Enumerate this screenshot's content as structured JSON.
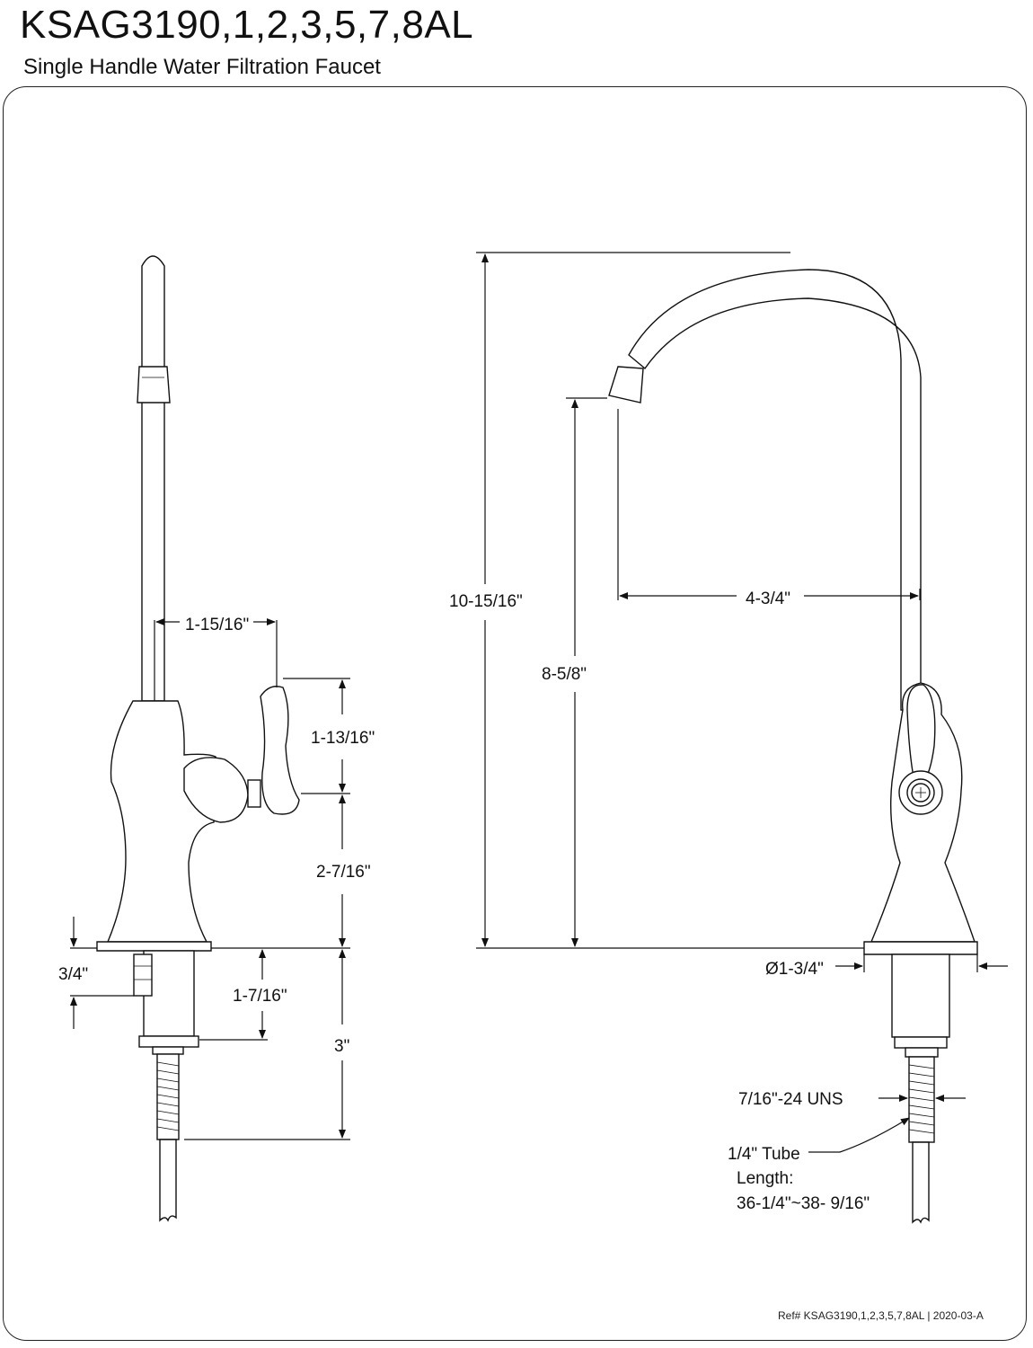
{
  "header": {
    "model": "KSAG3190,1,2,3,5,7,8AL",
    "description": "Single Handle Water Filtration Faucet"
  },
  "side_view": {
    "spout_offset": "1-15/16\"",
    "handle_height": "1-13/16\"",
    "handle_base_height": "2-7/16\"",
    "nut_offset": "3/4\"",
    "shank_to_nut": "1-7/16\"",
    "shank_length": "3\""
  },
  "front_view": {
    "overall_height": "10-15/16\"",
    "spout_height": "8-5/8\"",
    "spout_reach": "4-3/4\"",
    "base_diameter": "Ø1-3/4\"",
    "thread_size": "7/16\"-24 UNS",
    "tube_label": "1/4\" Tube",
    "length_label": "Length:",
    "length_value": "36-1/4\"~38- 9/16\""
  },
  "footer": {
    "reference": "Ref# KSAG3190,1,2,3,5,7,8AL | 2020-03-A"
  }
}
